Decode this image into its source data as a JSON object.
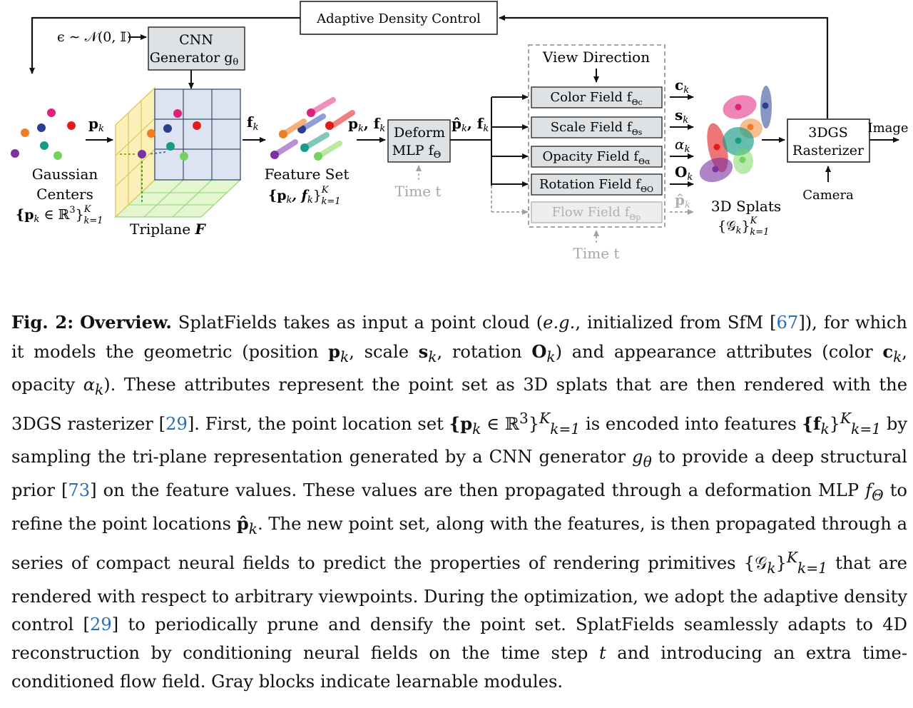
{
  "figure": {
    "adaptive_density_control": "Adaptive Density Control",
    "noise_eps": "ϵ ∼ 𝒩(0, 𝕀)",
    "cnn_generator_line1": "CNN",
    "cnn_generator_line2": "Generator g",
    "cnn_generator_sub": "θ",
    "gaussian_centers_line1": "Gaussian",
    "gaussian_centers_line2": "Centers",
    "gaussian_centers_set": "{p",
    "gaussian_centers_set_b": " ∈ ℝ",
    "gaussian_centers_set_c": "}",
    "label_k": "k",
    "label_K": "K",
    "label_k1": "k=1",
    "label_3": "3",
    "triplane_label": "Triplane ",
    "triplane_F": "F",
    "pk_label": "p",
    "fk_label": "f",
    "feature_set_line1": "Feature Set",
    "feature_set_open": "{p",
    "feature_set_mid": ", f",
    "feature_set_close": "}",
    "pk_fk_label_a": "p",
    "pk_fk_label_b": ", f",
    "deform_line1": "Deform",
    "deform_line2": "MLP f",
    "deform_sub": "Θ",
    "time_t": "Time t",
    "phatk_fk_a": "p̂",
    "phatk_fk_b": ", f",
    "view_direction": "View Direction",
    "fields": [
      {
        "label": "Color Field f",
        "sub": "Θc",
        "out": "c"
      },
      {
        "label": "Scale Field f",
        "sub": "Θs",
        "out": "s"
      },
      {
        "label": "Opacity Field f",
        "sub": "Θα",
        "out": "α"
      },
      {
        "label": "Rotation Field f",
        "sub": "ΘO",
        "out": "O"
      },
      {
        "label": "Flow Field f",
        "sub": "Θp",
        "out": "p̂"
      }
    ],
    "time_t_bottom": "Time t",
    "splats_line1": "3D Splats",
    "splats_set": "{𝒢",
    "splats_close": "}",
    "rasterizer_line1": "3DGS",
    "rasterizer_line2": "Rasterizer",
    "image_label": "Image",
    "camera_label": "Camera",
    "colors": {
      "gray_box": "#dfe2e4",
      "grid_blue": "#dbe4f0",
      "grid_yellow": "#fbf1b8",
      "grid_green": "#e3f6d0",
      "dashed_gray": "#a0a0a0"
    }
  },
  "caption": {
    "fig_label": "Fig. 2:",
    "overview": "Overview.",
    "p1": "SplatFields takes as input a point cloud (",
    "eg": "e.g.",
    "p2": ", initialized from SfM [",
    "ref67": "67",
    "p3": "]), for which it models the geometric (position ",
    "p4": ", scale ",
    "p5": ", rotation ",
    "p6": ") and appearance attributes (color ",
    "p7": ", opacity ",
    "p8": "). These attributes represent the point set as 3D splats that are then rendered with the 3DGS rasterizer [",
    "ref29a": "29",
    "p9": "]. First, the point location set ",
    "p10": " is encoded into features ",
    "p11": " by sampling the tri-plane representation generated by a CNN generator ",
    "p12": " to provide a deep structural prior [",
    "ref73": "73",
    "p13": "] on the feature values. These values are then propagated through a deformation MLP ",
    "p14": " to refine the point locations ",
    "p15": ". The new point set, along with the features, is then propagated through a series of compact neural fields to predict the properties of rendering primitives ",
    "p16": " that are rendered with respect to arbitrary viewpoints. During the optimization, we adopt the adaptive density control [",
    "ref29b": "29",
    "p17": "] to periodically prune and densify the point set. SplatFields seamlessly adapts to 4D reconstruction by conditioning neural fields on the time step ",
    "t": "t",
    "p18": " and introducing an extra time-conditioned flow field. Gray blocks indicate learnable modules.",
    "m_pk": "p",
    "m_sk": "s",
    "m_Ok": "O",
    "m_ck": "c",
    "m_alpha": "α",
    "m_k": "k",
    "m_set_pk": "{p",
    "m_in_r3": " ∈ ℝ",
    "m_3": "3",
    "m_close": "}",
    "m_K": "K",
    "m_k1": "k=1",
    "m_set_fk": "{f",
    "m_g": "g",
    "m_theta": "θ",
    "m_f": "f",
    "m_Theta": "Θ",
    "m_phat": "p̂",
    "m_set_G": "{𝒢"
  }
}
